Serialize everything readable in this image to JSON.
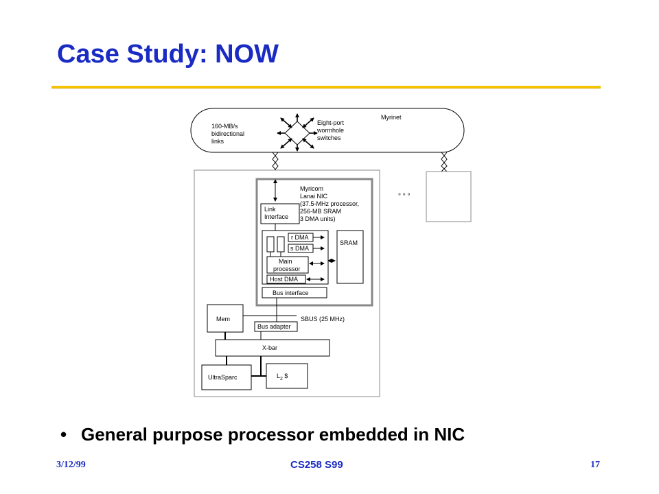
{
  "slide": {
    "title": "Case Study: NOW",
    "bullet": "General purpose processor embedded in NIC",
    "footer": {
      "date": "3/12/99",
      "course": "CS258 S99",
      "page": "17"
    },
    "colors": {
      "title": "#1a2bc4",
      "rule": "#f5c400"
    }
  },
  "diagram": {
    "network": {
      "name": "Myrinet",
      "links": [
        "160-MB/s",
        "bidirectional",
        "links"
      ],
      "switches": [
        "Eight-port",
        "wormhole",
        "switches"
      ]
    },
    "nic": {
      "desc": [
        "Myricom",
        "Lanai NIC",
        "(37.5-MHz processor,",
        "256-MB SRAM",
        "3 DMA units)"
      ],
      "link_interface": [
        "Link",
        "Interface"
      ],
      "r_dma": "r DMA",
      "s_dma": "s DMA",
      "main_processor": [
        "Main",
        "processor"
      ],
      "host_dma": "Host DMA",
      "sram": "SRAM",
      "bus_interface": "Bus interface"
    },
    "host": {
      "mem": "Mem",
      "sbus": "SBUS (25 MHz)",
      "bus_adapter": "Bus adapter",
      "xbar": "X-bar",
      "cpu": "UltraSparc",
      "l2_main": "L",
      "l2_sub": "2",
      "l2_suffix": " $"
    },
    "ellipsis": "° ° °"
  }
}
